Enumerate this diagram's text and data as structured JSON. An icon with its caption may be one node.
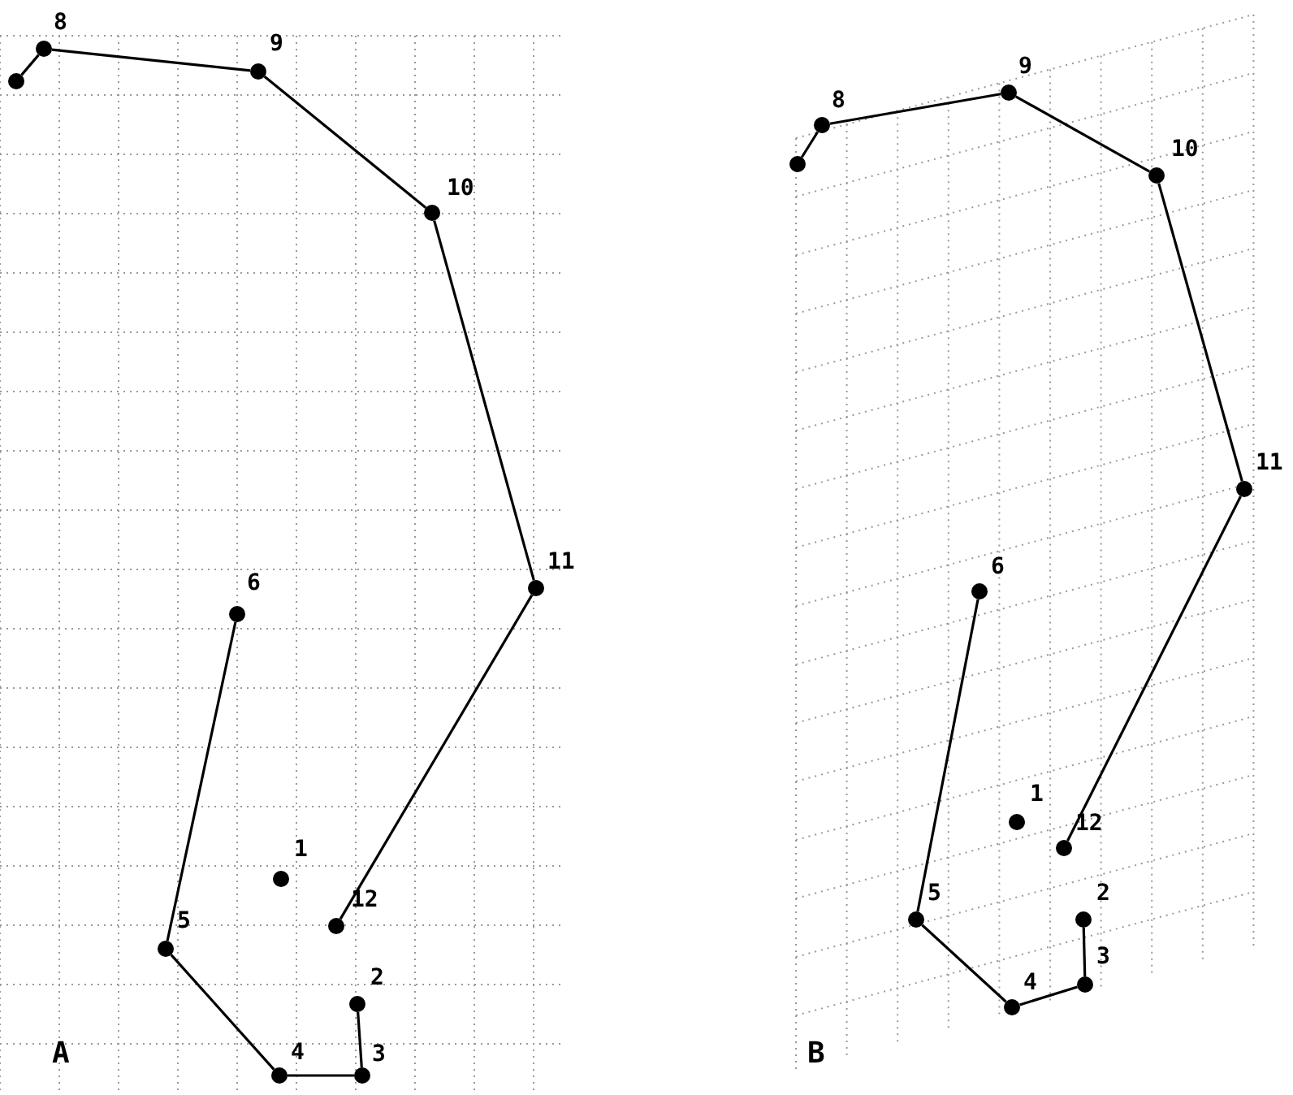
{
  "diagram": {
    "nodes": [
      {
        "text": [],
        "shape": "circle",
        "beside": [
          "1"
        ]
      },
      {
        "text": [],
        "shape": "circle",
        "beside": [
          "2"
        ]
      },
      {
        "text": [],
        "shape": "circle",
        "beside": [
          "3"
        ]
      },
      {
        "text": [],
        "shape": "circle",
        "beside": [
          "4"
        ]
      },
      {
        "text": [],
        "shape": "circle",
        "beside": [
          "5"
        ]
      },
      {
        "text": [],
        "shape": "circle",
        "beside": [
          "6"
        ]
      },
      {
        "text": [],
        "shape": "circle"
      },
      {
        "text": [],
        "shape": "circle",
        "beside": [
          "8"
        ]
      },
      {
        "text": [],
        "shape": "circle",
        "beside": [
          "9"
        ]
      },
      {
        "text": [],
        "shape": "circle",
        "beside": [
          "10"
        ]
      },
      {
        "text": [],
        "shape": "circle",
        "beside": [
          "11"
        ]
      },
      {
        "text": [],
        "shape": "circle",
        "beside": [
          "12"
        ]
      },
      {
        "text": [],
        "shape": "circle",
        "beside": [
          "1"
        ]
      },
      {
        "text": [],
        "shape": "circle",
        "beside": [
          "2"
        ]
      },
      {
        "text": [],
        "shape": "circle",
        "beside": [
          "3"
        ]
      },
      {
        "text": [],
        "shape": "circle",
        "beside": [
          "4"
        ]
      },
      {
        "text": [],
        "shape": "circle",
        "beside": [
          "5"
        ]
      },
      {
        "text": [],
        "shape": "circle",
        "beside": [
          "6"
        ]
      },
      {
        "text": [],
        "shape": "circle"
      },
      {
        "text": [],
        "shape": "circle",
        "beside": [
          "8"
        ]
      },
      {
        "text": [],
        "shape": "circle",
        "beside": [
          "9"
        ]
      },
      {
        "text": [],
        "shape": "circle",
        "beside": [
          "10"
        ]
      },
      {
        "text": [],
        "shape": "circle",
        "beside": [
          "11"
        ]
      },
      {
        "text": [],
        "shape": "circle",
        "beside": [
          "12"
        ]
      }
    ],
    "edges": [
      {
        "from": 6,
        "to": 7,
        "arrow": "none"
      },
      {
        "from": 7,
        "to": 8,
        "arrow": "none"
      },
      {
        "from": 8,
        "to": 9,
        "arrow": "none"
      },
      {
        "from": 9,
        "to": 10,
        "arrow": "none"
      },
      {
        "from": 10,
        "to": 11,
        "arrow": "none"
      },
      {
        "from": 1,
        "to": 2,
        "arrow": "none"
      },
      {
        "from": 2,
        "to": 3,
        "arrow": "none"
      },
      {
        "from": 3,
        "to": 4,
        "arrow": "none"
      },
      {
        "from": 4,
        "to": 5,
        "arrow": "none"
      },
      {
        "from": 18,
        "to": 19,
        "arrow": "none"
      },
      {
        "from": 19,
        "to": 20,
        "arrow": "none"
      },
      {
        "from": 20,
        "to": 21,
        "arrow": "none"
      },
      {
        "from": 21,
        "to": 22,
        "arrow": "none"
      },
      {
        "from": 22,
        "to": 23,
        "arrow": "none"
      },
      {
        "from": 13,
        "to": 14,
        "arrow": "none"
      },
      {
        "from": 14,
        "to": 15,
        "arrow": "none"
      },
      {
        "from": 15,
        "to": 16,
        "arrow": "none"
      },
      {
        "from": 16,
        "to": 17,
        "arrow": "none"
      }
    ],
    "labels": [
      "A",
      "B"
    ]
  }
}
